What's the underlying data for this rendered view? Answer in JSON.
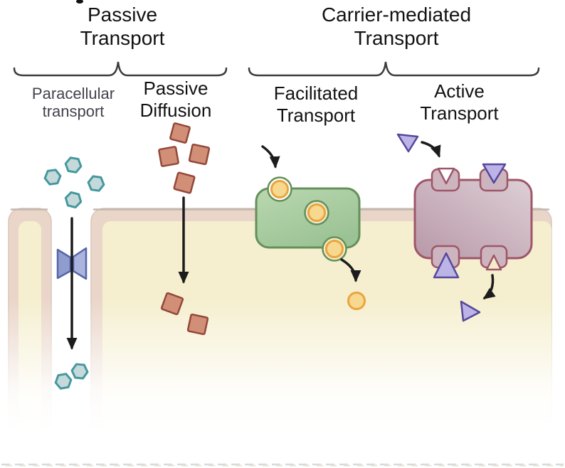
{
  "groups": {
    "passive": {
      "label": "Passive Transport"
    },
    "carrier": {
      "label": "Carrier-mediated Transport"
    }
  },
  "mechanisms": {
    "paracellular": {
      "label": "Paracellular transport"
    },
    "diffusion": {
      "label": "Passive Diffusion"
    },
    "facilitated": {
      "label": "Facilitated Transport"
    },
    "active": {
      "label": "Active Transport"
    }
  },
  "colors": {
    "membrane_wall": "#ead6c9",
    "cell_interior": "#f5efcf",
    "membrane_top_line": "#c2b7ae",
    "hexagon_fill": "#c5d9da",
    "hexagon_stroke": "#44989e",
    "square_fill": "#d28f77",
    "square_stroke": "#93483a",
    "carrier_green_fill": "#a8cba0",
    "carrier_green_stroke": "#649059",
    "solute_yellow_fill": "#f7d88f",
    "solute_yellow_stroke": "#e9a53e",
    "pump_fill": "#c9afbb",
    "pump_stroke": "#9e5668",
    "triangle_fill": "#bcb3e6",
    "triangle_stroke": "#55489c",
    "tight_junction_fill": "#9ea9d6",
    "tight_junction_stroke": "#5765a8",
    "arrow": "#1c1c1c",
    "brace": "#3c3c3c",
    "label_dark": "#121212",
    "label_muted": "#42424e"
  }
}
